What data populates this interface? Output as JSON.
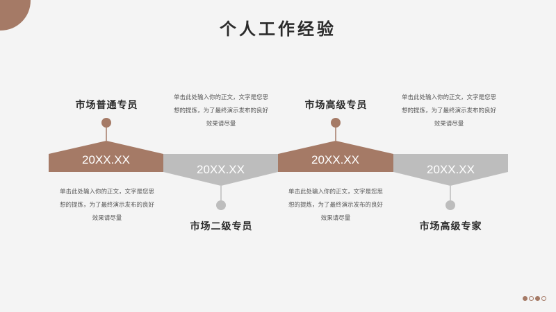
{
  "slide": {
    "title": "个人工作经验"
  },
  "colors": {
    "accent": "#a57a66",
    "neutral": "#bdbdbd",
    "background": "#f4f4f4"
  },
  "timeline": [
    {
      "date": "20XX.XX",
      "heading": "市场普通专员",
      "description_lines": [
        "单击此处输入你的正文，文字是您思",
        "想的提炼，为了最终演示发布的良好",
        "效果请尽量"
      ],
      "style": "brown-up"
    },
    {
      "date": "20XX.XX",
      "heading": "市场二级专员",
      "description_lines": [
        "单击此处输入你的正文，文字是您思",
        "想的提炼，为了最终演示发布的良好",
        "效果请尽量"
      ],
      "style": "gray-down"
    },
    {
      "date": "20XX.XX",
      "heading": "市场高级专员",
      "description_lines": [
        "单击此处输入你的正文，文字是您思",
        "想的提炼，为了最终演示发布的良好",
        "效果请尽量"
      ],
      "style": "brown-up"
    },
    {
      "date": "20XX.XX",
      "heading": "市场高级专家",
      "description_lines": [
        "单击此处输入你的正文，文字是您思",
        "想的提炼，为了最终演示发布的良好",
        "效果请尽量"
      ],
      "style": "gray-down"
    }
  ],
  "pager": {
    "dots": [
      "filled",
      "empty",
      "filled",
      "empty"
    ]
  }
}
